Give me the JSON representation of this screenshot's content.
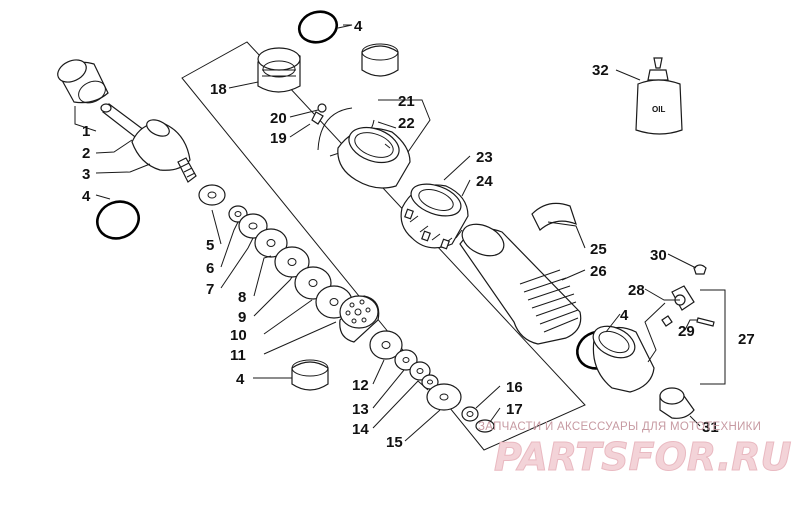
{
  "diagram": {
    "callouts": [
      {
        "id": "c1",
        "text": "1"
      },
      {
        "id": "c2",
        "text": "2"
      },
      {
        "id": "c3",
        "text": "3"
      },
      {
        "id": "c4a",
        "text": "4"
      },
      {
        "id": "c4b",
        "text": "4"
      },
      {
        "id": "c4c",
        "text": "4"
      },
      {
        "id": "c4d",
        "text": "4"
      },
      {
        "id": "c5",
        "text": "5"
      },
      {
        "id": "c6",
        "text": "6"
      },
      {
        "id": "c7",
        "text": "7"
      },
      {
        "id": "c8",
        "text": "8"
      },
      {
        "id": "c9",
        "text": "9"
      },
      {
        "id": "c10",
        "text": "10"
      },
      {
        "id": "c11",
        "text": "11"
      },
      {
        "id": "c12",
        "text": "12"
      },
      {
        "id": "c13",
        "text": "13"
      },
      {
        "id": "c14",
        "text": "14"
      },
      {
        "id": "c15",
        "text": "15"
      },
      {
        "id": "c16",
        "text": "16"
      },
      {
        "id": "c17",
        "text": "17"
      },
      {
        "id": "c18",
        "text": "18"
      },
      {
        "id": "c19",
        "text": "19"
      },
      {
        "id": "c20",
        "text": "20"
      },
      {
        "id": "c21",
        "text": "21"
      },
      {
        "id": "c22",
        "text": "22"
      },
      {
        "id": "c23",
        "text": "23"
      },
      {
        "id": "c24",
        "text": "24"
      },
      {
        "id": "c25",
        "text": "25"
      },
      {
        "id": "c26",
        "text": "26"
      },
      {
        "id": "c27",
        "text": "27"
      },
      {
        "id": "c28",
        "text": "28"
      },
      {
        "id": "c29",
        "text": "29"
      },
      {
        "id": "c30",
        "text": "30"
      },
      {
        "id": "c31",
        "text": "31"
      },
      {
        "id": "c32",
        "text": "32"
      }
    ],
    "bottle_label": "OIL"
  },
  "watermark": {
    "tagline": "ЗАПЧАСТИ И АКСЕССУАРЫ ДЛЯ МОТОТЕХНИКИ",
    "brand": "PARTSFOR.RU"
  },
  "colors": {
    "line": "#1a1a1a",
    "watermark": "#e9b9c1"
  }
}
